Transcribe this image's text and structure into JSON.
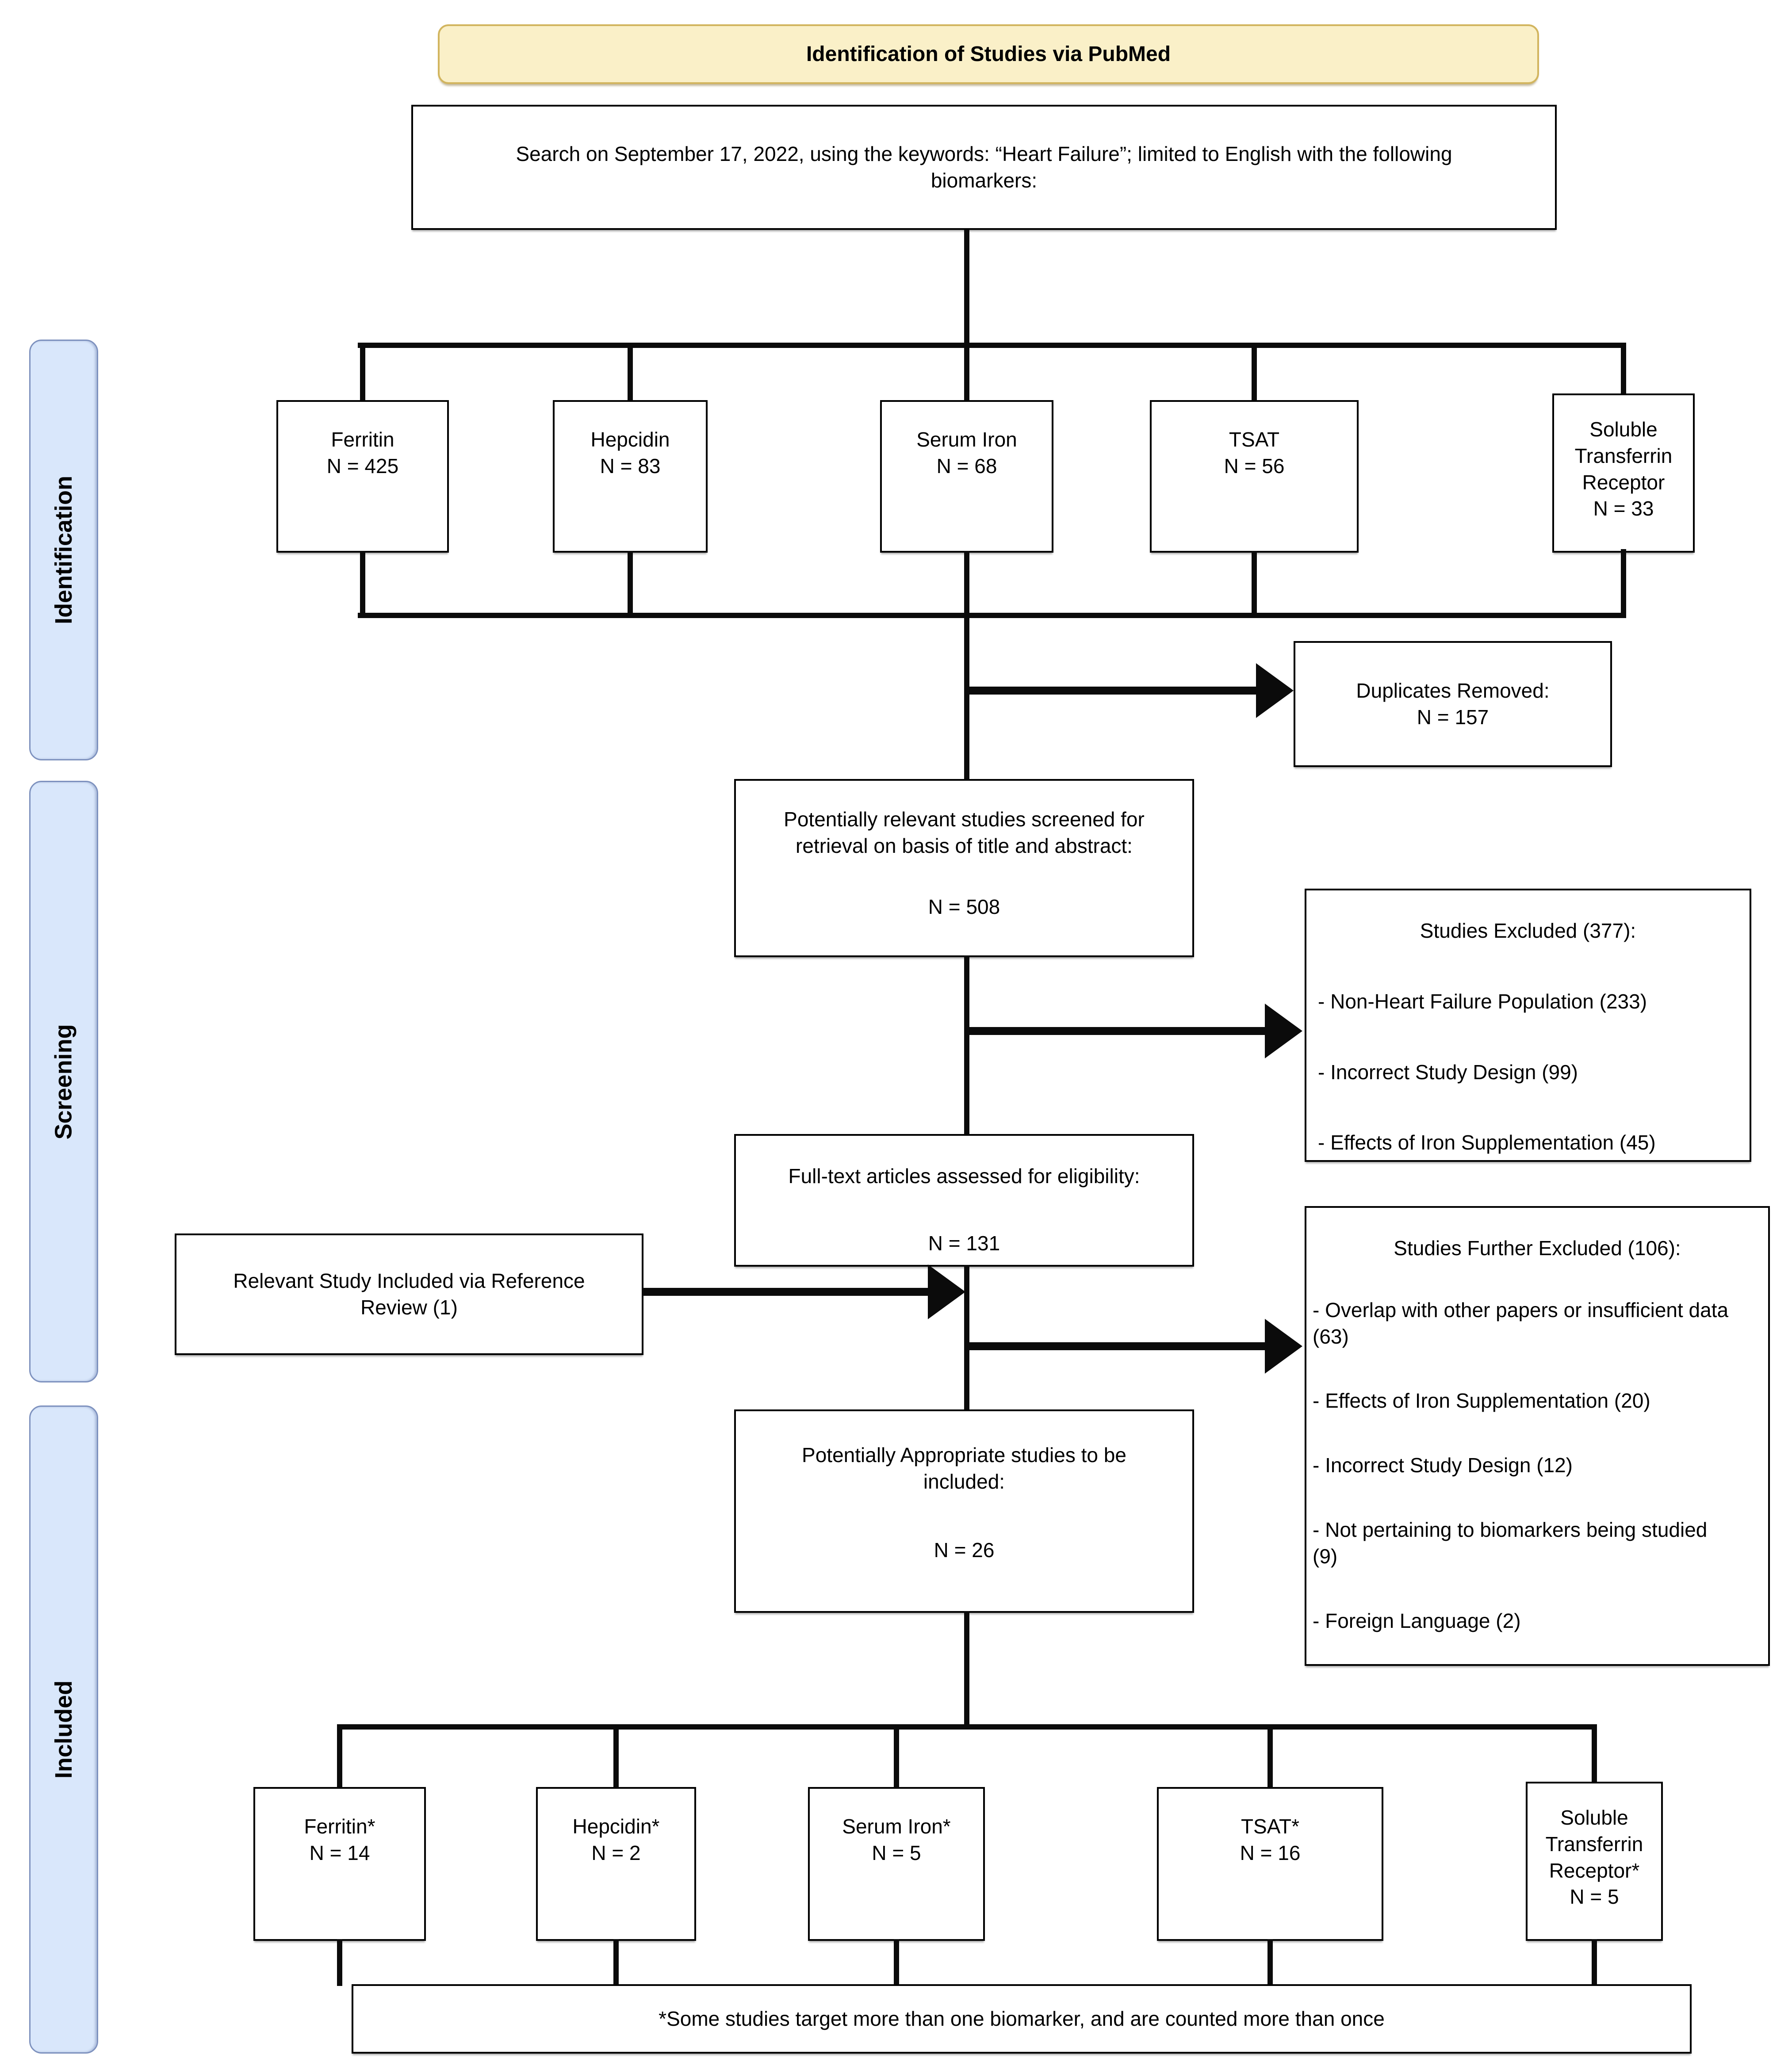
{
  "header": {
    "title": "Identification of Studies via PubMed"
  },
  "search_box": {
    "text": "Search on September 17, 2022, using the keywords: “Heart Failure”; limited to English with the following biomarkers:"
  },
  "side_labels": [
    {
      "label": "Identification"
    },
    {
      "label": "Screening"
    },
    {
      "label": "Included"
    }
  ],
  "top_biomarkers": [
    {
      "name": "Ferritin",
      "count": "N = 425"
    },
    {
      "name": "Hepcidin",
      "count": "N = 83"
    },
    {
      "name": "Serum Iron",
      "count": "N = 68"
    },
    {
      "name": "TSAT",
      "count": "N = 56"
    },
    {
      "name": "Soluble Transferrin Receptor",
      "count": "N = 33"
    }
  ],
  "duplicates_removed": {
    "label": "Duplicates Removed:",
    "count": "N = 157"
  },
  "screened": {
    "text": "Potentially relevant studies screened for retrieval on basis of title and abstract:",
    "count": "N = 508"
  },
  "studies_excluded": {
    "title": "Studies Excluded (377):",
    "items": [
      "- Non-Heart Failure Population (233)",
      "- Incorrect Study Design (99)",
      "- Effects of Iron Supplementation  (45)"
    ]
  },
  "full_text": {
    "text": "Full-text articles assessed for eligibility:",
    "count": "N = 131"
  },
  "reference_review": {
    "text": "Relevant Study Included via Reference Review (1)"
  },
  "further_excluded": {
    "title": "Studies Further Excluded (106):",
    "items": [
      "- Overlap with other papers or insufficient data (63)",
      "- Effects of Iron Supplementation (20)",
      "- Incorrect Study Design (12)",
      "- Not pertaining to biomarkers being studied (9)",
      "- Foreign Language (2)"
    ]
  },
  "appropriate": {
    "text": "Potentially Appropriate studies to be included:",
    "count": "N = 26"
  },
  "included_biomarkers": [
    {
      "name": "Ferritin*",
      "count": "N = 14"
    },
    {
      "name": "Hepcidin*",
      "count": "N = 2"
    },
    {
      "name": "Serum Iron*",
      "count": "N = 5"
    },
    {
      "name": "TSAT*",
      "count": "N = 16"
    },
    {
      "name": "Soluble Transferrin Receptor*",
      "count": "N = 5"
    }
  ],
  "footnote": {
    "text": "*Some studies target more than one biomarker, and are counted more than once"
  },
  "colors": {
    "banner_fill": "#FAF0C8",
    "banner_border": "#D2B55F",
    "band_fill": "#D9E7FB",
    "band_border": "#7D91BE",
    "line": "#0B0B0B",
    "box_border": "#000000"
  }
}
